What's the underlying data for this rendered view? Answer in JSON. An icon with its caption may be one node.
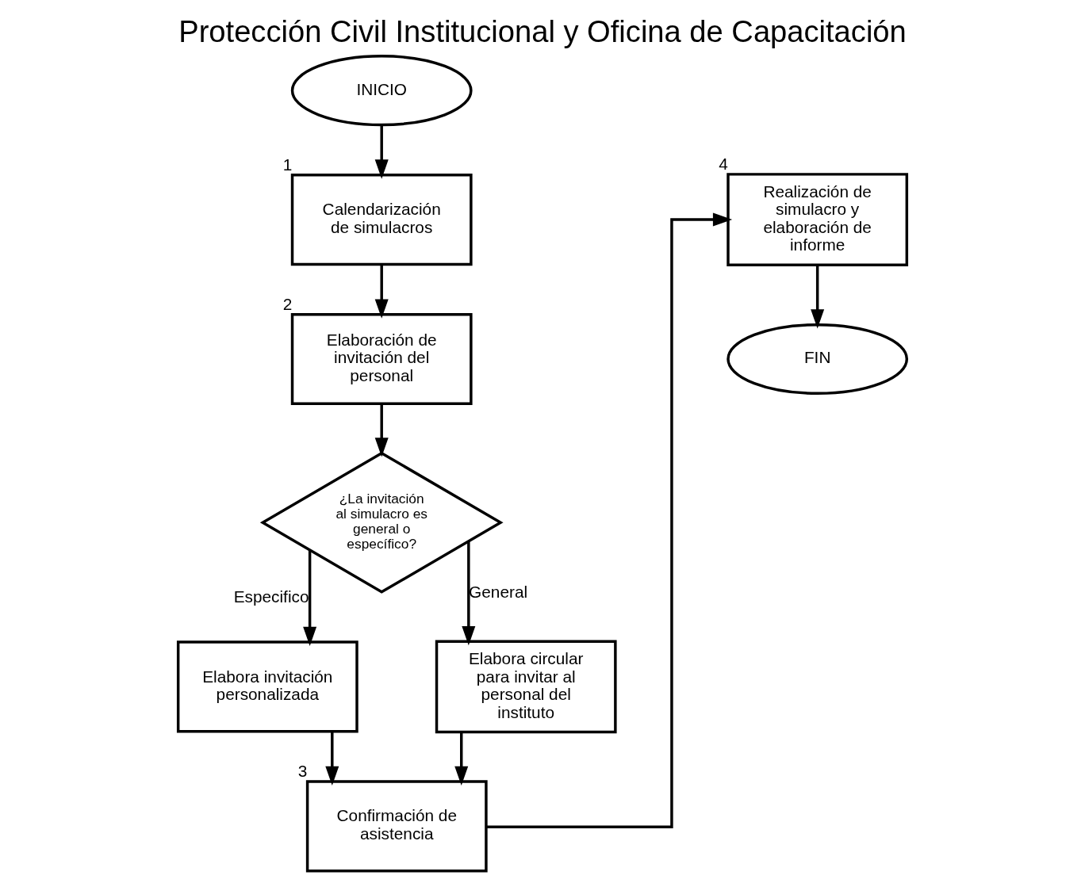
{
  "diagram": {
    "title": "Protección Civil Institucional y Oficina de Capacitación",
    "nodes": [
      {
        "text": [
          "INICIO"
        ]
      },
      {
        "text": [
          "Calendarización de simulacros"
        ],
        "beside": [
          "1"
        ]
      },
      {
        "text": [
          "Elaboración de invitación del personal"
        ],
        "beside": [
          "2"
        ]
      },
      {
        "text": [
          "¿La invitación al simulacro es general o específico?"
        ]
      },
      {
        "text": [
          "Elabora invitación personalizada"
        ]
      },
      {
        "text": [
          "Elabora circular para invitar al personal del instituto"
        ]
      },
      {
        "text": [
          "Confirmación de asistencia"
        ],
        "beside": [
          "3"
        ]
      },
      {
        "text": [
          "Realización de simulacro y elaboración de informe"
        ],
        "beside": [
          "4"
        ]
      },
      {
        "text": [
          "FIN"
        ]
      }
    ],
    "edges": [
      {
        "from": 0,
        "to": 1,
        "arrow": "to"
      },
      {
        "from": 1,
        "to": 2,
        "arrow": "to"
      },
      {
        "from": 2,
        "to": 3,
        "arrow": "to"
      },
      {
        "from": 3,
        "to": 4,
        "label": "Especifico",
        "arrow": "to"
      },
      {
        "from": 3,
        "to": 5,
        "label": "General",
        "arrow": "to"
      },
      {
        "from": 4,
        "to": 6,
        "arrow": "to"
      },
      {
        "from": 5,
        "to": 6,
        "arrow": "to"
      },
      {
        "from": 6,
        "to": 7,
        "arrow": "to"
      },
      {
        "from": 7,
        "to": 8,
        "arrow": "to"
      }
    ]
  }
}
